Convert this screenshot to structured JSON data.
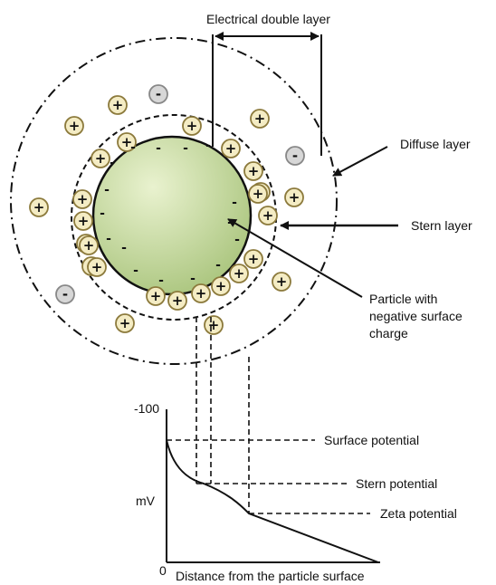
{
  "diagram": {
    "top_label": "Electrical double layer",
    "diffuse_label": "Diffuse layer",
    "stern_label": "Stern layer",
    "particle_label": [
      "Particle with",
      "negative surface",
      "charge"
    ]
  },
  "plot": {
    "y_top": "-100",
    "y_zero": "0",
    "y_unit": "mV",
    "x_label": "Distance from the particle surface",
    "surface_potential": "Surface potential",
    "stern_potential": "Stern potential",
    "zeta_potential": "Zeta potential"
  },
  "signs": {
    "positive": "+",
    "negative": "-"
  },
  "colors": {
    "particle_center": "#e9f2cf",
    "particle_edge": "#a9c47c",
    "ion_fill": "#f4ecc4",
    "ion_stroke": "#8c7a3c",
    "anion_fill": "#d7d7d7",
    "anion_stroke": "#888888",
    "line": "#111111"
  }
}
